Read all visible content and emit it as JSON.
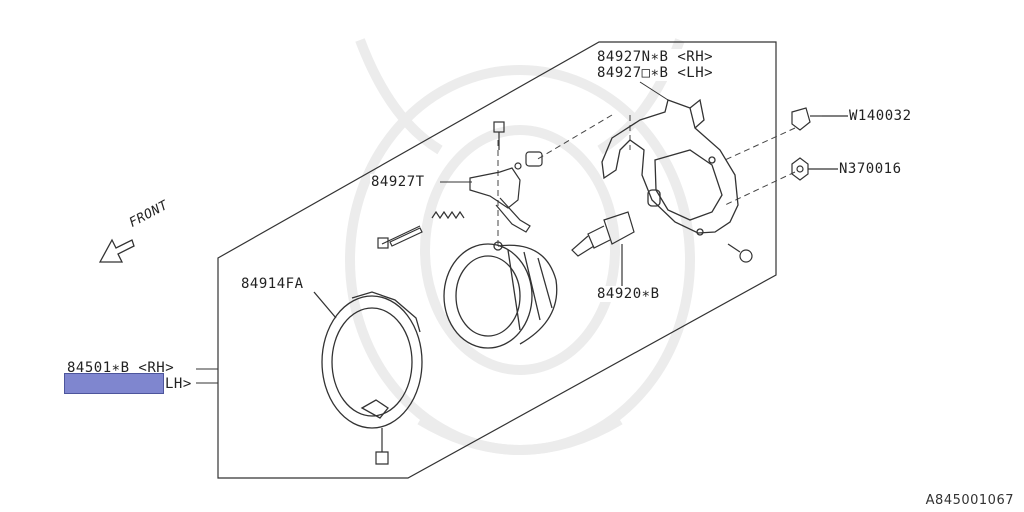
{
  "diagram": {
    "parts": {
      "bracket_rh": "84927N∗B <RH>",
      "bracket_lh": "84927□∗B <LH>",
      "clip": "W140032",
      "nut": "N370016",
      "bracket_small": "84927T",
      "bulb": "84920∗B",
      "ring": "84914FA",
      "assy_rh": "84501∗B <RH>",
      "assy_lh": "LH>"
    },
    "front_label": "FRONT",
    "reference_code": "A845001067"
  },
  "colors": {
    "line": "#333333",
    "highlight": "#7f86cf",
    "watermark": "#eeeeee"
  }
}
